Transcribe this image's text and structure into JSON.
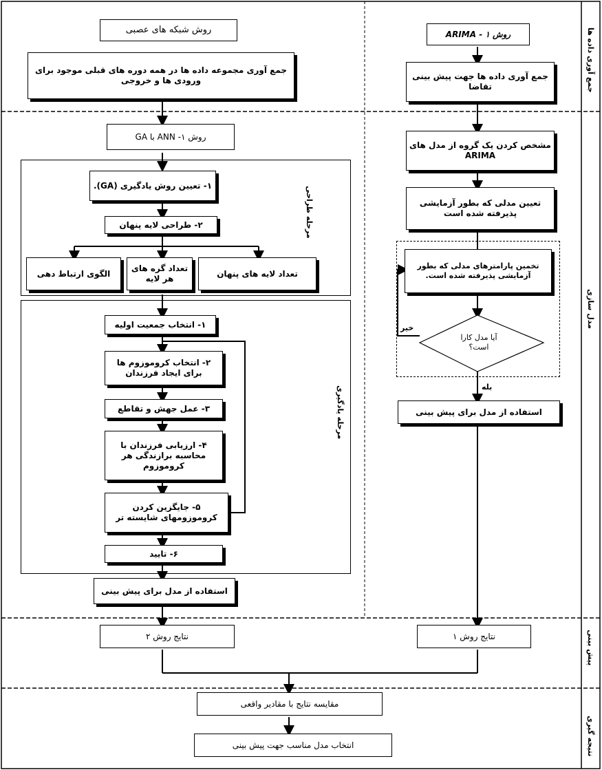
{
  "phases": {
    "data_collection": "جمع آوری داده ها",
    "modeling": "مدل سازی",
    "forecast": "پیش بینی",
    "conclusion": "نتیجه گیری"
  },
  "left": {
    "title": "روش شبکه های عصبی",
    "collect": "جمع آوری مجموعه داده ها در همه دوره های قبلی موجود برای ورودی ها و خروجی",
    "method": "روش ۱- ANN با GA",
    "design_stage_label": "مرحله طراحی",
    "step_learning": "۱- تعیین روش یادگیری (GA).",
    "step_hidden": "۲- طراحی لایه پنهان",
    "opt_hidden_layers": "تعداد لایه های پنهان",
    "opt_nodes": "تعداد گره های هر لایه",
    "opt_pattern": "الگوی ارتباط دهی",
    "learning_stage_label": "مرحله یادگیری",
    "ga1": "۱- انتخاب جمعیت اولیه",
    "ga2": "۲- انتخاب کروموزوم ها برای ایجاد فرزندان",
    "ga3": "۳- عمل جهش و تقاطع",
    "ga4": "۴- ارزیابی فرزندان با محاسبه برازندگی هر کروموزوم",
    "ga5": "۵- جایگزین کردن کروموزومهای شایسته تر",
    "ga6": "۶- تایید",
    "use_model": "استفاده از مدل برای پیش بینی",
    "result": "نتایج روش ۲"
  },
  "right": {
    "title": "روش ۱ - ARIMA",
    "collect": "جمع آوری داده ها جهت پیش بینی تقاضا",
    "identify": "مشخص کردن یک گروه از مدل های ARIMA",
    "determine": "تعیین مدلی که بطور آزمایشی پذیرفته شده است",
    "estimate": "تخمین پارامترهای مدلی که بطور آزمایشی پذیرفته شده است.",
    "decision": "آیا مدل کارا است؟",
    "no": "خیر",
    "yes": "بله",
    "use_model": "استفاده از مدل برای پیش بینی",
    "result": "نتایج روش ۱"
  },
  "bottom": {
    "compare": "مقایسه نتایج با مقادیر واقعی",
    "select": "انتخاب مدل مناسب جهت پیش بینی"
  }
}
